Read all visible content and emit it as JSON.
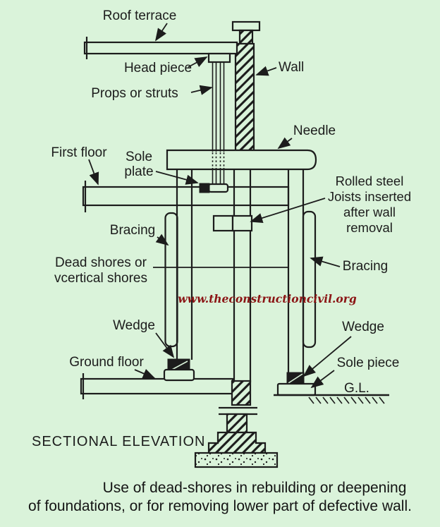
{
  "colors": {
    "background": "#daf3da",
    "ink": "#1c1c1c",
    "watermark": "#8b1515"
  },
  "diagram": {
    "labels": {
      "roof_terrace": "Roof terrace",
      "head_piece": "Head piece",
      "props_or_struts": "Props or struts",
      "wall": "Wall",
      "needle": "Needle",
      "first_floor": "First floor",
      "sole_plate": {
        "line1": "Sole",
        "line2": "plate"
      },
      "rolled_steel": {
        "line1": "Rolled steel",
        "line2": "Joists inserted",
        "line3": "after wall",
        "line4": "removal"
      },
      "bracing_left": "Bracing",
      "bracing_right": "Bracing",
      "dead_shores": {
        "line1": "Dead shores or",
        "line2": "vcertical shores"
      },
      "wedge_left": "Wedge",
      "ground_floor": "Ground floor",
      "wedge_right": "Wedge",
      "sole_piece": "Sole piece",
      "ground_level": "G.L.",
      "view_title": "SECTIONAL ELEVATION"
    },
    "watermark": "www.theconstructioncivil.org",
    "caption": {
      "line1": "Use of dead-shores in rebuilding or deepening",
      "line2": "of foundations, or for removing lower part of defective wall."
    }
  }
}
